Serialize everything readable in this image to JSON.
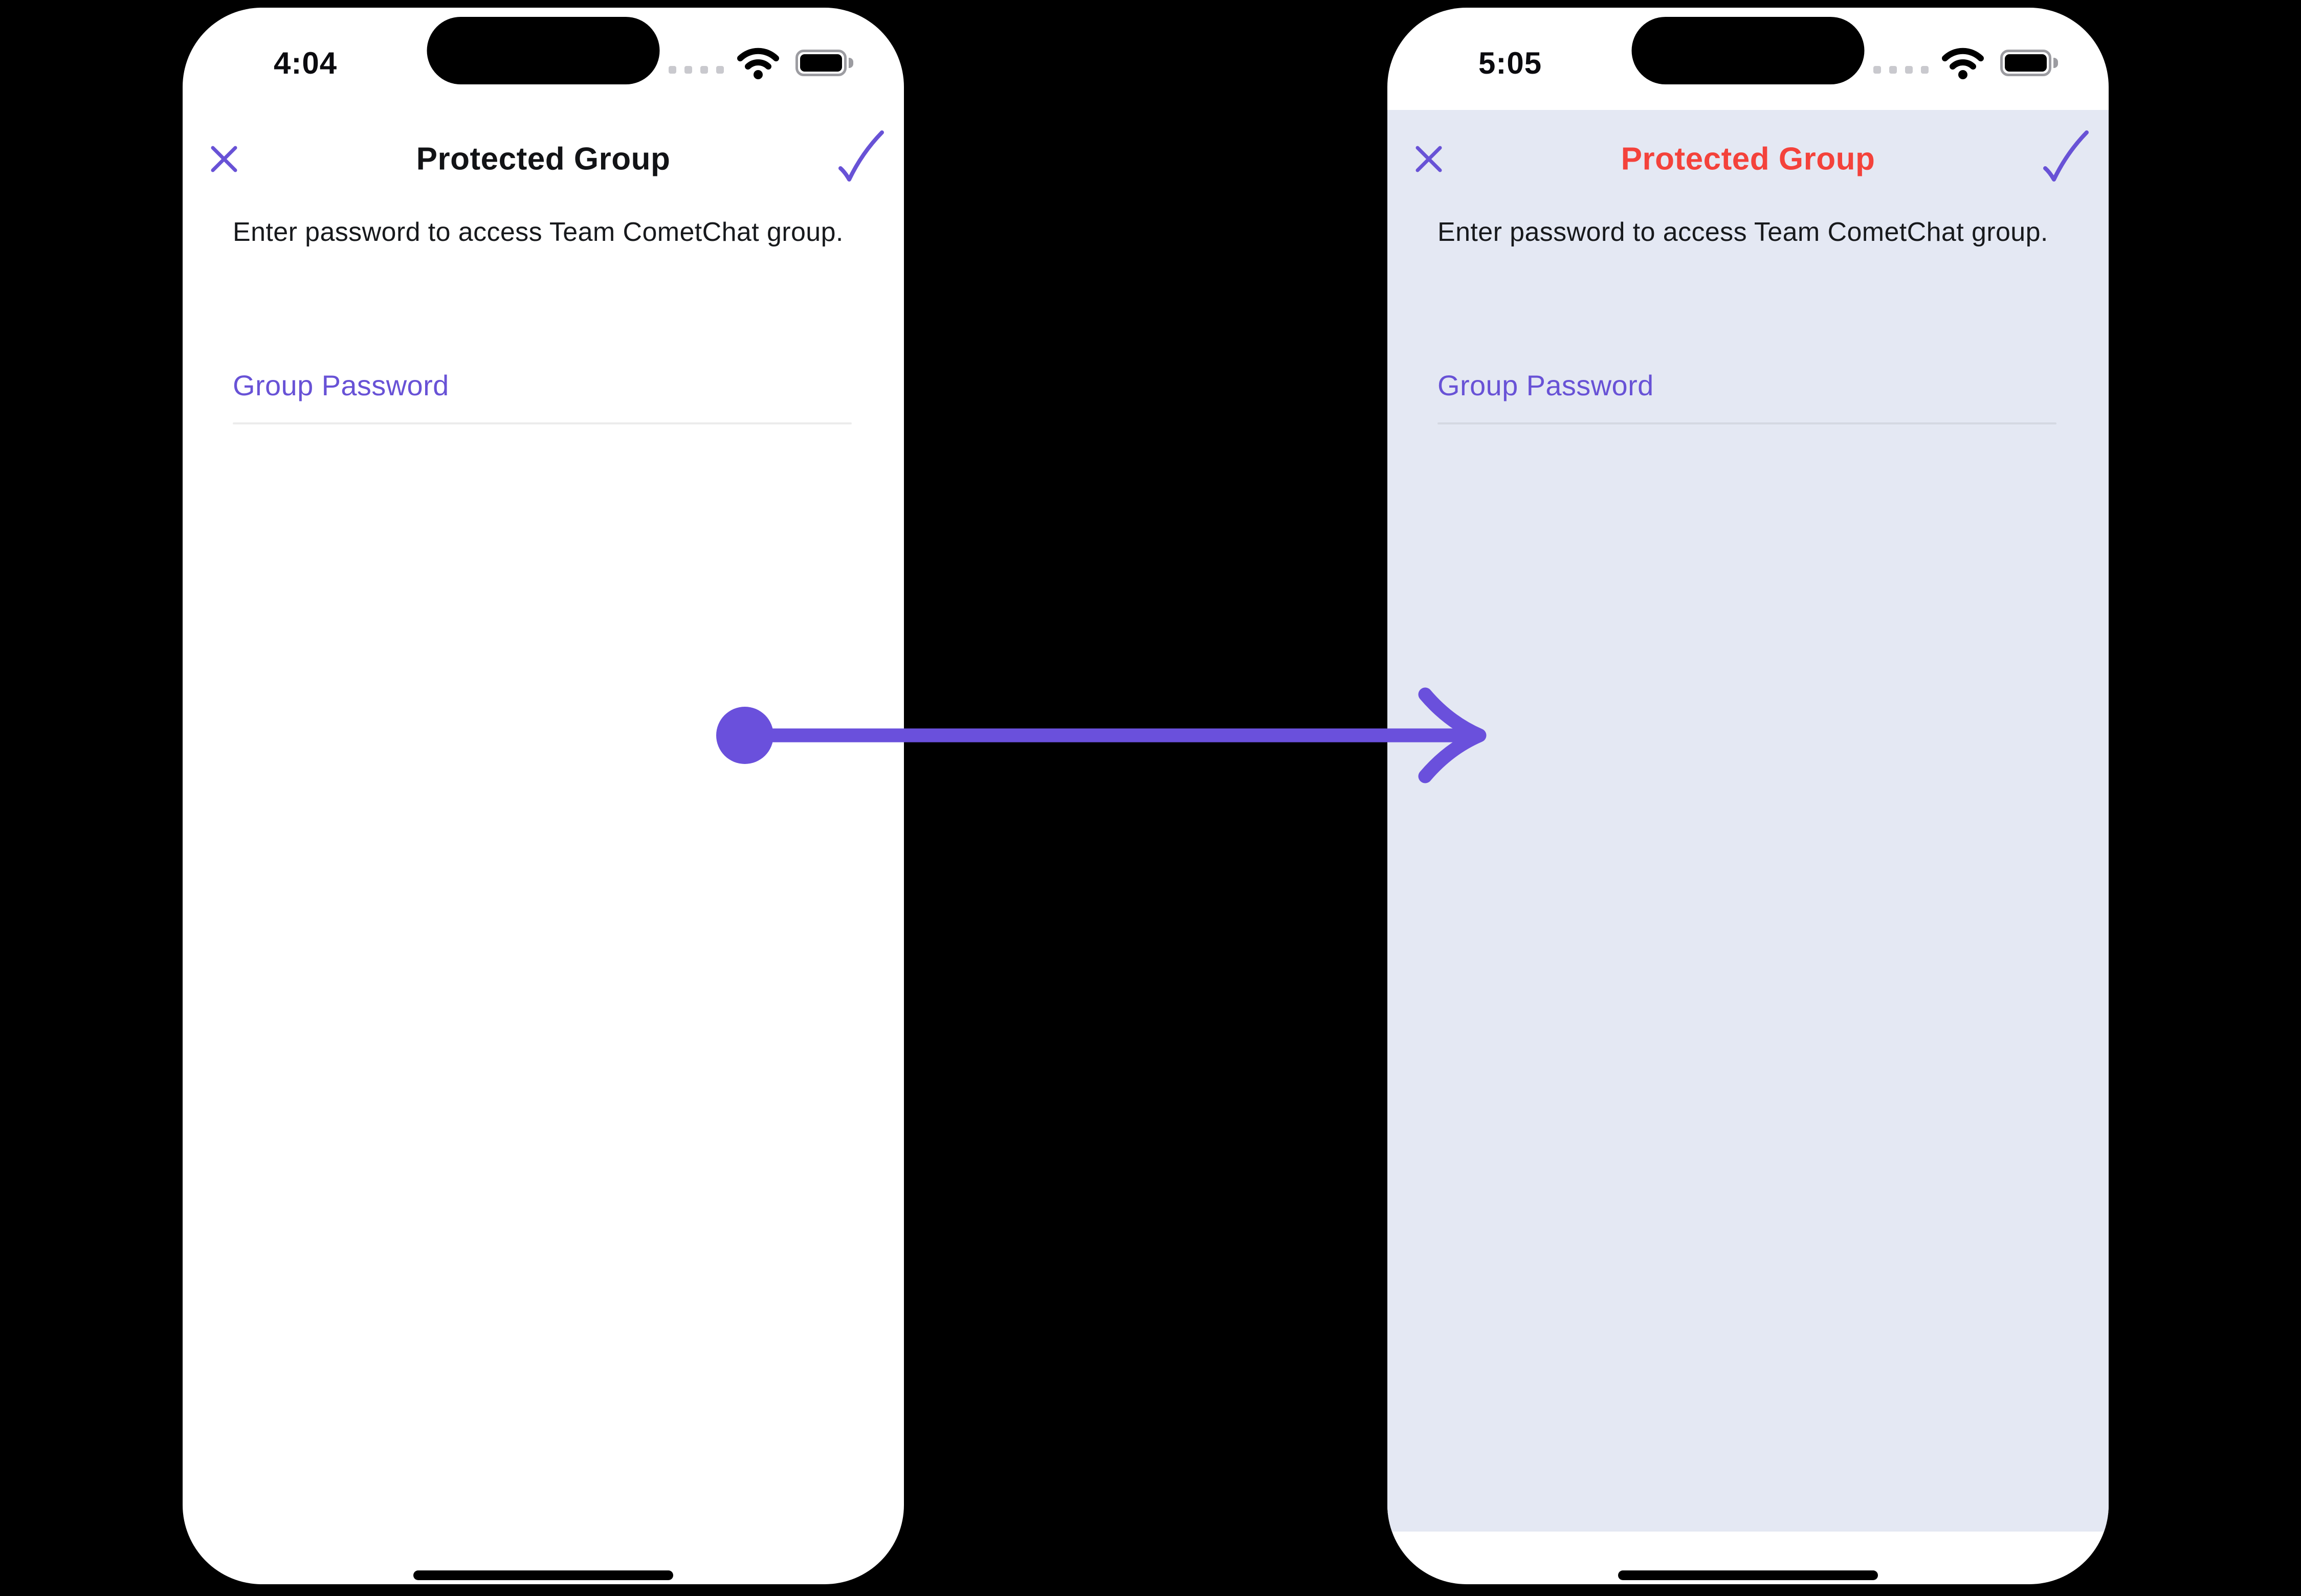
{
  "colors": {
    "purple": "#6852D6",
    "arrow": "#6A50DC",
    "red": "#F4423B",
    "lavender": "#E4E8F3"
  },
  "phones": {
    "left": {
      "status_bar": {
        "time": "4:04"
      },
      "header": {
        "title": "Protected Group"
      },
      "description": "Enter password to access Team CometChat group.",
      "password_field": {
        "placeholder": "Group Password"
      }
    },
    "right": {
      "status_bar": {
        "time": "5:05"
      },
      "header": {
        "title": "Protected Group"
      },
      "description": "Enter password to access Team CometChat group.",
      "password_field": {
        "placeholder": "Group Password"
      }
    }
  }
}
